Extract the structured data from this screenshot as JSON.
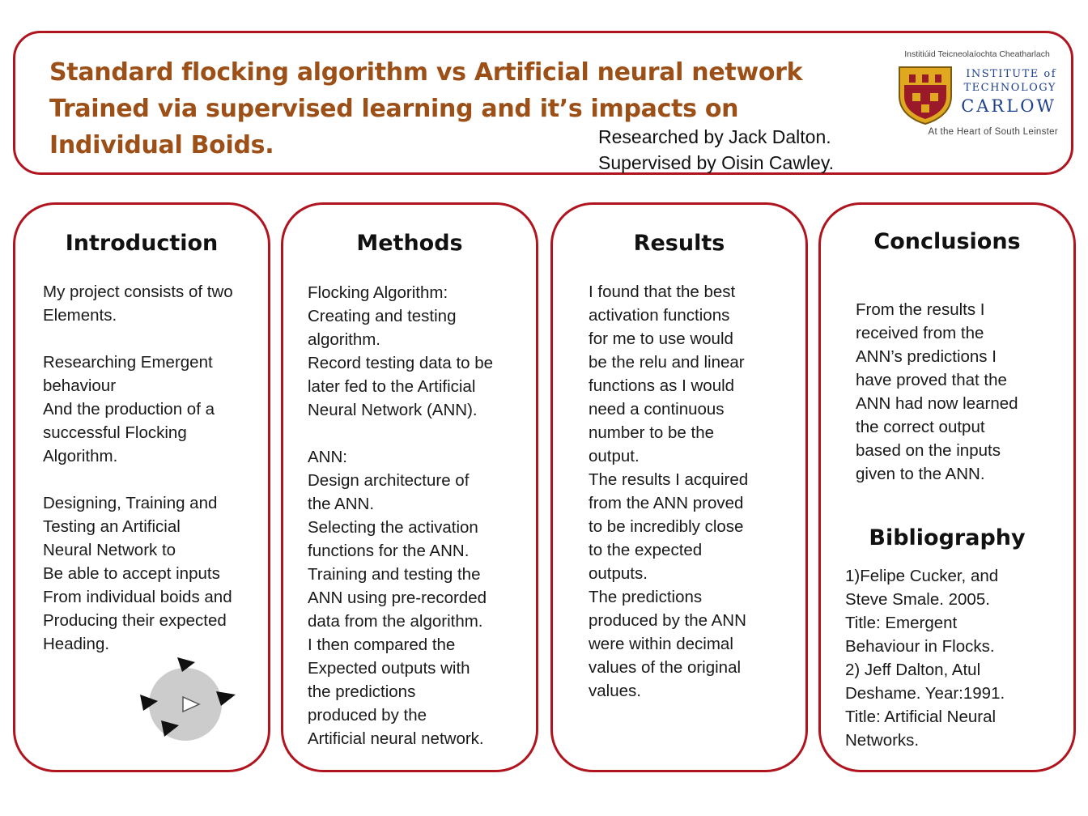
{
  "header": {
    "title_lines": [
      "Standard flocking algorithm vs Artificial neural network",
      "Trained via supervised learning and it’s impacts on",
      "Individual Boids."
    ],
    "byline": [
      "Researched by Jack Dalton.",
      "Supervised by Oisin Cawley."
    ],
    "logo": {
      "irish_name": "Institiúid Teicneolaíochta Cheatharlach",
      "line1": "INSTITUTE of",
      "line2": "TECHNOLOGY",
      "line3": "CARLOW",
      "tagline": "At the Heart of South Leinster",
      "colors": {
        "navy": "#1e3f8a",
        "crest_red": "#9a1a2a",
        "gold": "#e0a81e"
      }
    }
  },
  "theme": {
    "border": "#b0141f",
    "title_color": "#9c4f16"
  },
  "introduction": {
    "heading": "Introduction",
    "lines": [
      "My project consists of two",
      "Elements.",
      "",
      "Researching Emergent",
      "behaviour",
      "And the production of a",
      "successful Flocking",
      "Algorithm.",
      "",
      "Designing, Training and",
      "Testing an Artificial",
      "Neural Network to",
      "Be able to accept inputs",
      "From individual boids and",
      "Producing their expected",
      "Heading."
    ],
    "illustration": "boid-flock-diagram"
  },
  "methods": {
    "heading": "Methods",
    "lines": [
      "Flocking Algorithm:",
      "Creating and testing",
      "algorithm.",
      "Record testing data to be",
      "later fed to the Artificial",
      "Neural Network (ANN).",
      "",
      "ANN:",
      "Design architecture of",
      "the ANN.",
      "Selecting the activation",
      "functions for the ANN.",
      "Training and testing the",
      "ANN using pre-recorded",
      "data from the algorithm.",
      "I then compared the",
      "Expected outputs with",
      "the predictions",
      "produced by the",
      "Artificial neural network."
    ]
  },
  "results": {
    "heading": "Results",
    "lines": [
      "I found that the best",
      "activation functions",
      "for me  to use would",
      "be the relu and linear",
      "functions as I would",
      "need a continuous",
      "number to be the",
      "output.",
      "The results I acquired",
      "from the ANN proved",
      "to be incredibly close",
      "to the expected",
      "outputs.",
      "The predictions",
      "produced by the ANN",
      "were within decimal",
      "values of the original",
      "values."
    ]
  },
  "conclusions": {
    "heading": "Conclusions",
    "lines": [
      "From the results I",
      "received from the",
      "ANN’s predictions I",
      "have proved that the",
      "ANN had now learned",
      "the correct output",
      "based on the inputs",
      "given to the ANN."
    ],
    "bibliography_heading": "Bibliography",
    "bibliography_lines": [
      "1)Felipe Cucker, and",
      "Steve Smale. 2005.",
      "Title: Emergent",
      "Behaviour in Flocks.",
      "2) Jeff Dalton, Atul",
      "Deshame. Year:1991.",
      "Title: Artificial Neural",
      "Networks."
    ]
  }
}
